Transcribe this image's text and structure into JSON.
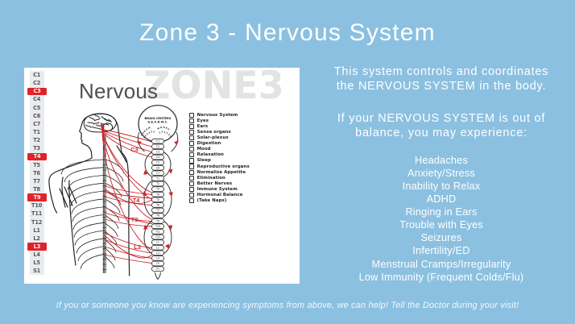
{
  "slide": {
    "title": "Zone 3 - Nervous System",
    "footer": "If you or someone you know are experiencing symptoms from above, we can help! Tell the Doctor during your visit!",
    "colors": {
      "background": "#8cc0e0",
      "panel": "#ffffff",
      "accent_red": "#d7232a",
      "heading_gray": "#4e4f51",
      "watermark_gray": "#e2e3e4",
      "text_white": "#ffffff"
    }
  },
  "panel": {
    "heading": "Nervous",
    "watermark": "ZONE3",
    "spine_labels": [
      {
        "label": "C1",
        "highlighted": false
      },
      {
        "label": "C2",
        "highlighted": false
      },
      {
        "label": "C3",
        "highlighted": true
      },
      {
        "label": "C4",
        "highlighted": false
      },
      {
        "label": "C5",
        "highlighted": false
      },
      {
        "label": "C6",
        "highlighted": false
      },
      {
        "label": "C7",
        "highlighted": false
      },
      {
        "label": "T1",
        "highlighted": false
      },
      {
        "label": "T2",
        "highlighted": false
      },
      {
        "label": "T3",
        "highlighted": false
      },
      {
        "label": "T4",
        "highlighted": true
      },
      {
        "label": "T5",
        "highlighted": false
      },
      {
        "label": "T6",
        "highlighted": false
      },
      {
        "label": "T7",
        "highlighted": false
      },
      {
        "label": "T8",
        "highlighted": false
      },
      {
        "label": "T9",
        "highlighted": true
      },
      {
        "label": "T10",
        "highlighted": false
      },
      {
        "label": "T11",
        "highlighted": false
      },
      {
        "label": "T12",
        "highlighted": false
      },
      {
        "label": "L1",
        "highlighted": false
      },
      {
        "label": "L2",
        "highlighted": false
      },
      {
        "label": "L3",
        "highlighted": true
      },
      {
        "label": "L4",
        "highlighted": false
      },
      {
        "label": "L5",
        "highlighted": false
      },
      {
        "label": "S1",
        "highlighted": false
      }
    ],
    "functions": [
      "Nervous System",
      "Eyes",
      "Ears",
      "Sense organs",
      "Solar-plexus",
      "Digestion",
      "Mood",
      "Relaxation",
      "Sleep",
      "Reproductive organs",
      "Normalize Appetite",
      "Elimination",
      "Better Nerves",
      "Immune System",
      "Hormonal Balance",
      "(Take Naps)"
    ],
    "diagram": {
      "brain_centers_line1": "BRAIN CENTERS",
      "brain_centers_parts": [
        "G.E.",
        "N",
        ".D.M.C."
      ],
      "arc_left_letters": "G E N D M",
      "arc_left_numbers": "1 2 3 4 5 C",
      "arc_right_letters": "M D N E G",
      "arc_right_numbers": "C 5 4 3 2 1",
      "zone_labels": [
        "C3",
        "T4",
        "T9",
        "L3"
      ],
      "vertebrae": [
        "C1",
        "C2",
        "C3",
        "C4",
        "C5",
        "C6",
        "C7",
        "T1",
        "T2",
        "T3",
        "T4",
        "T5",
        "T6",
        "T7",
        "T8",
        "T9",
        "T10",
        "T11",
        "T12",
        "L1",
        "L2",
        "L3",
        "L4",
        "L5",
        "S1"
      ]
    }
  },
  "right_column": {
    "intro_lines": [
      "This system controls and coordinates",
      "the NERVOUS SYSTEM in the body."
    ],
    "balance_lines": [
      "If your NERVOUS SYSTEM is out of",
      "balance, you may experience:"
    ],
    "symptoms": [
      "Headaches",
      "Anxiety/Stress",
      "Inability to Relax",
      "ADHD",
      "Ringing in Ears",
      "Trouble with Eyes",
      "Seizures",
      "Infertility/ED",
      "Menstrual Cramps/Irregularity",
      "Low Immunity (Frequent Colds/Flu)"
    ]
  }
}
